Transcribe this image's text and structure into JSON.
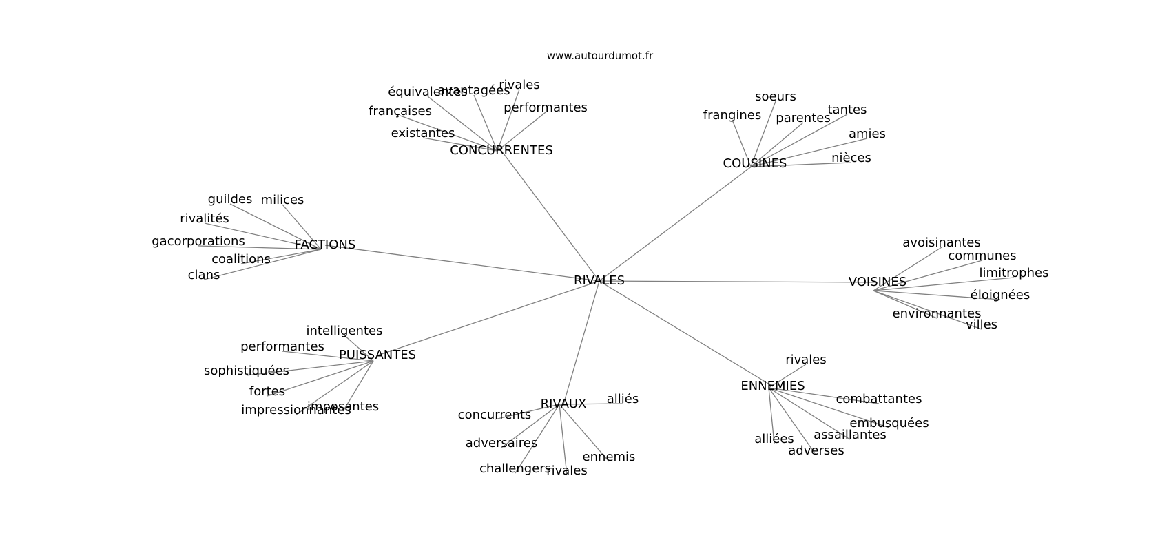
{
  "source": "www.autourdumot.fr",
  "graph": {
    "root": "RIVALES",
    "clusters": [
      {
        "label": "CONCURRENTES",
        "leaves": [
          "équivalentes",
          "avantagées",
          "rivales",
          "performantes",
          "françaises",
          "existantes"
        ]
      },
      {
        "label": "COUSINES",
        "leaves": [
          "soeurs",
          "frangines",
          "parentes",
          "tantes",
          "amies",
          "nièces"
        ]
      },
      {
        "label": "FACTIONS",
        "leaves": [
          "guildes",
          "milices",
          "rivalités",
          "gacorporations",
          "coalitions",
          "clans"
        ]
      },
      {
        "label": "VOISINES",
        "leaves": [
          "avoisinantes",
          "communes",
          "limitrophes",
          "éloignées",
          "environnantes",
          "villes"
        ]
      },
      {
        "label": "PUISSANTES",
        "leaves": [
          "intelligentes",
          "performantes",
          "sophistiquées",
          "fortes",
          "impressionnantes",
          "imposantes"
        ]
      },
      {
        "label": "ENNEMIES",
        "leaves": [
          "rivales",
          "combattantes",
          "embusquées",
          "assaillantes",
          "alliées",
          "adverses"
        ]
      },
      {
        "label": "RIVAUX",
        "leaves": [
          "alliés",
          "concurrents",
          "adversaires",
          "challengers",
          "rivales",
          "ennemis"
        ]
      }
    ]
  }
}
